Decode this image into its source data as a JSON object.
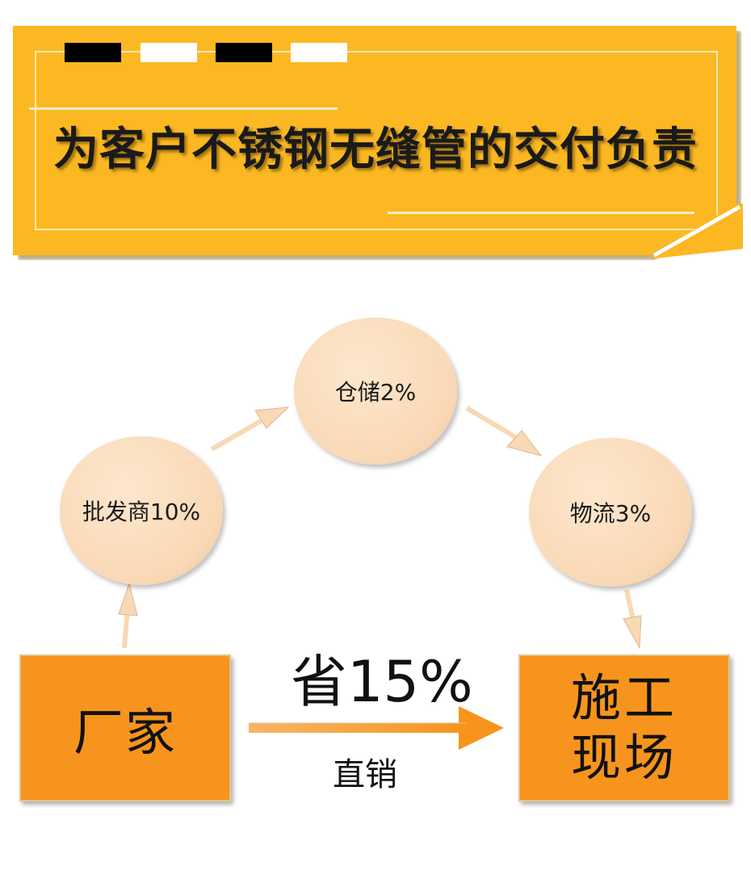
{
  "banner": {
    "title": "为客户不锈钢无缝管的交付负责"
  },
  "flow": {
    "nodes": [
      {
        "id": "wholesaler",
        "label": "批发商10%"
      },
      {
        "id": "warehouse",
        "label": "仓储2%"
      },
      {
        "id": "logistics",
        "label": "物流3%"
      }
    ],
    "factory_label": "厂家",
    "site_label": "施工现场",
    "saving_label": "省15%",
    "direct_label": "直销"
  },
  "colors": {
    "banner": "#fbb823",
    "box": "#f7941d",
    "node": "#f9d8b5",
    "arrow": "#f7941d"
  }
}
